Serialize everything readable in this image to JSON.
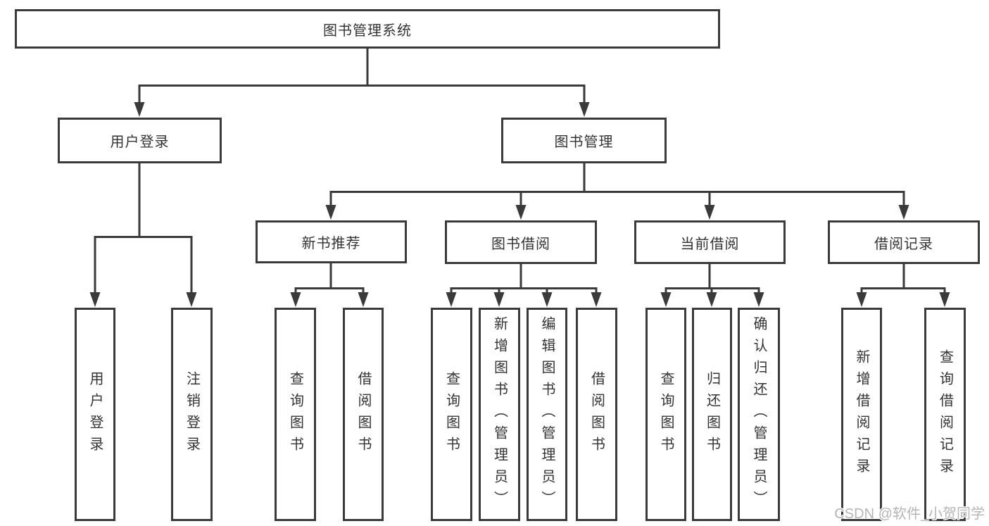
{
  "diagram": {
    "root": {
      "label": "图书管理系统"
    },
    "level2": [
      {
        "label": "用户登录"
      },
      {
        "label": "图书管理"
      }
    ],
    "level3": [
      {
        "label": "新书推荐"
      },
      {
        "label": "图书借阅"
      },
      {
        "label": "当前借阅"
      },
      {
        "label": "借阅记录"
      }
    ],
    "leaves": [
      {
        "label": "用户登录"
      },
      {
        "label": "注销登录"
      },
      {
        "label": "查询图书"
      },
      {
        "label": "借阅图书"
      },
      {
        "label": "查询图书"
      },
      {
        "label": "新增图书（管理员）"
      },
      {
        "label": "编辑图书（管理员）"
      },
      {
        "label": "借阅图书"
      },
      {
        "label": "查询图书"
      },
      {
        "label": "归还图书"
      },
      {
        "label": "确认归还（管理员）"
      },
      {
        "label": "新增借阅记录"
      },
      {
        "label": "查询借阅记录"
      }
    ],
    "colors": {
      "line": "#3a3a3a",
      "text": "#333333",
      "box_background": "#ffffff",
      "page_background": "#ffffff"
    }
  },
  "watermark": {
    "text": "CSDN @软件_小贺同学",
    "color": "#b5b5b5"
  }
}
